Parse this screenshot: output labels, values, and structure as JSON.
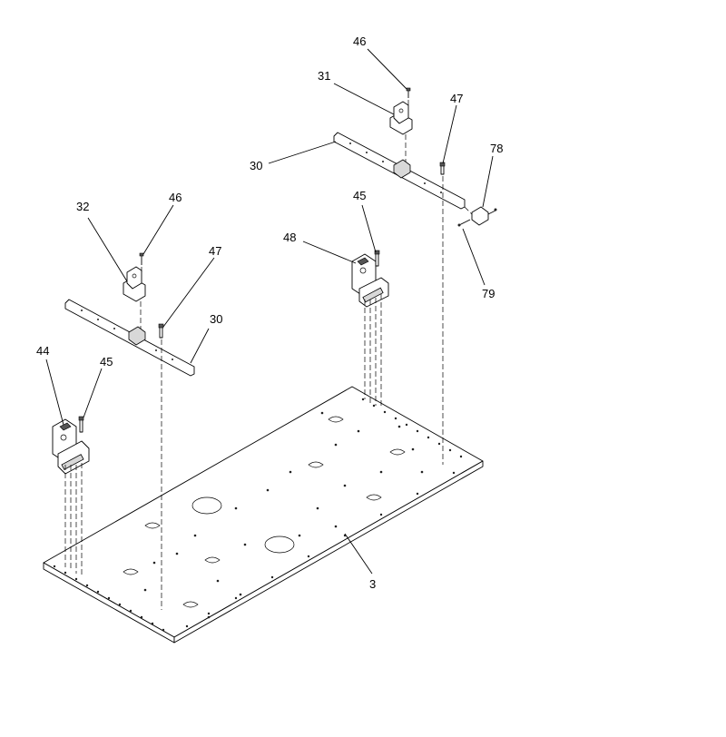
{
  "callouts": {
    "c46_top": "46",
    "c31": "31",
    "c47_top": "47",
    "c30_top": "30",
    "c78": "78",
    "c79": "79",
    "c45_right": "45",
    "c48": "48",
    "c32": "32",
    "c46_left": "46",
    "c47_left": "47",
    "c30_left": "30",
    "c44": "44",
    "c45_left": "45",
    "c3": "3"
  }
}
